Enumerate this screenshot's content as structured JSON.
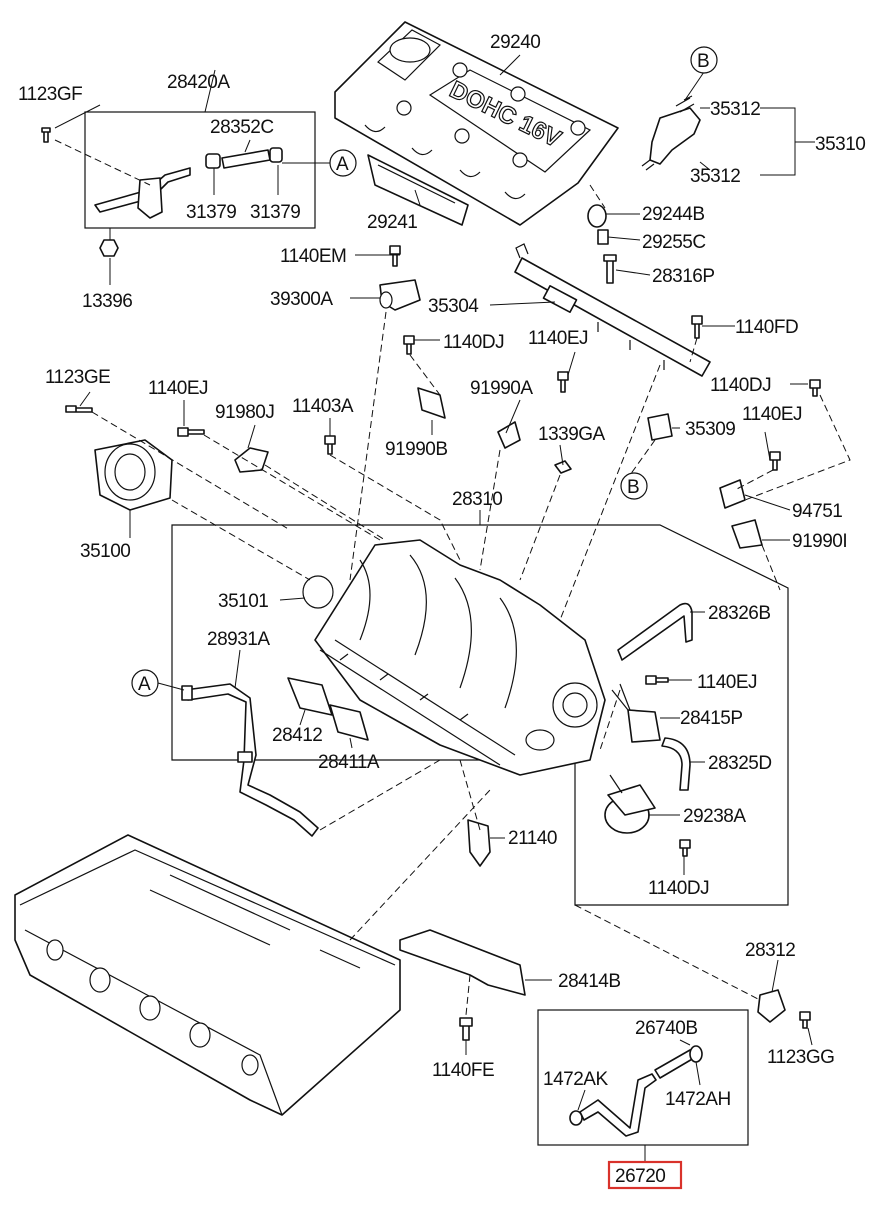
{
  "diagram": {
    "parts": {
      "p29240": "29240",
      "p28420A": "28420A",
      "p1123GF": "1123GF",
      "p28352C": "28352C",
      "p31379a": "31379",
      "p31379b": "31379",
      "p13396": "13396",
      "p29241": "29241",
      "p29244B": "29244B",
      "p29255C": "29255C",
      "p28316P": "28316P",
      "p35312a": "35312",
      "p35312b": "35312",
      "p35310": "35310",
      "p1140EMa": "1140EM",
      "p39300A": "39300A",
      "p35304": "35304",
      "p1140FDa": "1140FD",
      "p1140DJa": "1140DJ",
      "p1140EJa": "1140EJ",
      "p1123GE": "1123GE",
      "p1140EJb": "1140EJ",
      "p91980J": "91980J",
      "p11403A": "11403A",
      "p91990A": "91990A",
      "p91990B": "91990B",
      "p1339GA": "1339GA",
      "p35309": "35309",
      "p1140DJb": "1140DJ",
      "p1140EJc": "1140EJ",
      "p28310": "28310",
      "p94751": "94751",
      "p91990I": "91990I",
      "p35100": "35100",
      "p35101": "35101",
      "p28326B": "28326B",
      "p28931A": "28931A",
      "p1140EJd": "1140EJ",
      "p28415P": "28415P",
      "p28412": "28412",
      "p28411A": "28411A",
      "p28325D": "28325D",
      "p29238A": "29238A",
      "p21140": "21140",
      "p1140DJc": "1140DJ",
      "p28312": "28312",
      "p28414B": "28414B",
      "p26740B": "26740B",
      "p1123GG": "1123GG",
      "p1472AK": "1472AK",
      "p1472AH": "1472AH",
      "p1140FE": "1140FE",
      "p26720": "26720"
    },
    "refs": {
      "refA1": "A",
      "refA2": "A",
      "refB1": "B",
      "refB2": "B"
    },
    "logo": "DOHC 16V",
    "highlight_color": "#d9322b"
  }
}
